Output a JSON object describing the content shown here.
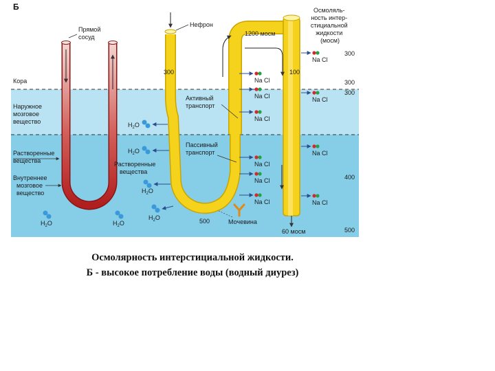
{
  "figure": {
    "panel_letter": "Б",
    "vessel_label": [
      "Прямой",
      "сосуд"
    ],
    "nephron_label": "Нефрон",
    "osm_title": [
      "Осмоляль-",
      "ность интер-",
      "стициальной",
      "жидкости",
      "(мосм)"
    ],
    "zone_cortex": "Кора",
    "zone_outer": [
      "Наружное",
      "мозговое",
      "вещество"
    ],
    "zone_inner": [
      "Внутреннее",
      "мозговое",
      "вещество"
    ],
    "dissolved_left": [
      "Растворенные",
      "вещества"
    ],
    "dissolved_mid": [
      "Растворенные",
      "вещества"
    ],
    "active_transport": [
      "Активный",
      "транспорт"
    ],
    "passive_transport": [
      "Пассивный",
      "транспорт"
    ],
    "urea": "Мочевина",
    "h2o_h": "H",
    "h2o_sub": "2",
    "h2o_o": "O",
    "nacl": "Na Cl",
    "loop_top_value": "1200 мосм",
    "duct_out_value": "60 мосм",
    "tubule_value_300": "300",
    "collecting_value_100": "100",
    "loop_bottom_value": "500",
    "scale": [
      "300",
      "300",
      "300",
      "400",
      "500"
    ]
  },
  "caption": {
    "line1": "Осмолярность интерстициальной жидкости.",
    "line2": "Б - высокое потребление воды (водный диурез)"
  },
  "colors": {
    "cortex": "#ffffff",
    "outer_medulla": "#b9e3f2",
    "inner_medulla": "#86cde8",
    "tubule": "#f5d21c",
    "tubule_edge": "#c9a400",
    "vessel": "#c0392b"
  }
}
